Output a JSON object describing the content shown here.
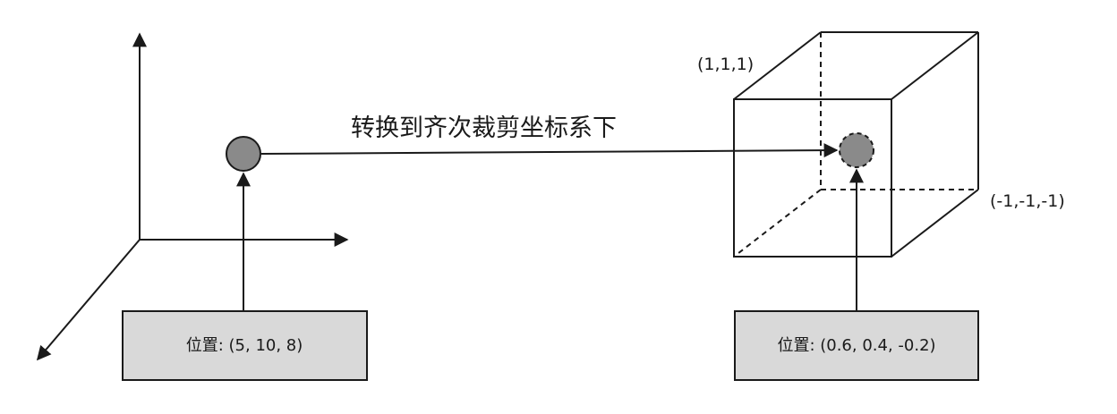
{
  "title": "转换到齐次裁剪坐标系下",
  "left_point": {
    "label": "位置: (5, 10, 8)"
  },
  "right_point": {
    "label": "位置: (0.6, 0.4, -0.2)"
  },
  "cube": {
    "corner_max": "(1,1,1)",
    "corner_min": "(-1,-1,-1)"
  },
  "colors": {
    "point_fill": "#8a8a8a",
    "label_box_fill": "#d9d9d9",
    "stroke": "#1a1a1a"
  }
}
